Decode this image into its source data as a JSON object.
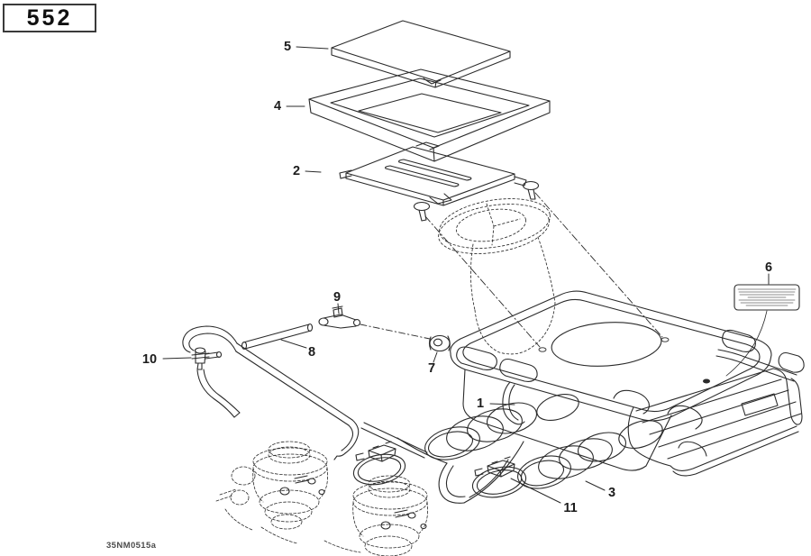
{
  "badge": {
    "text": "552"
  },
  "footer": {
    "drawing_code": "35NM0515a"
  },
  "diagram": {
    "colors": {
      "line": "#2b2b2b",
      "background": "#ffffff"
    },
    "callouts": [
      {
        "number": "1"
      },
      {
        "number": "2"
      },
      {
        "number": "3"
      },
      {
        "number": "4"
      },
      {
        "number": "5"
      },
      {
        "number": "6"
      },
      {
        "number": "7"
      },
      {
        "number": "8"
      },
      {
        "number": "9"
      },
      {
        "number": "10"
      },
      {
        "number": "11"
      }
    ]
  }
}
